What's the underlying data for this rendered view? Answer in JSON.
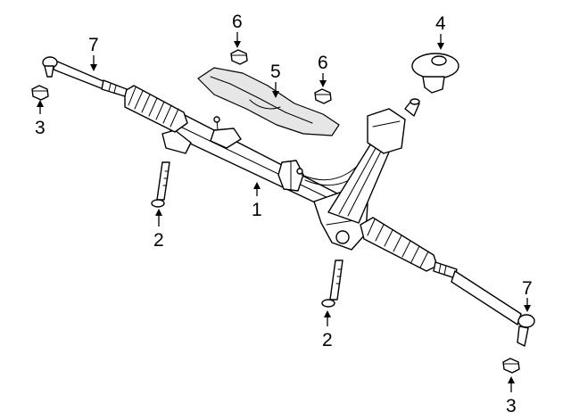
{
  "diagram": {
    "callouts": {
      "rack_housing": "1",
      "bolt_left": "2",
      "bolt_right": "2",
      "nut_left": "3",
      "nut_right": "3",
      "bushing": "4",
      "heat_shield": "5",
      "nut_top_left": "6",
      "nut_top_right": "6",
      "tie_rod_left": "7",
      "tie_rod_right": "7"
    }
  }
}
